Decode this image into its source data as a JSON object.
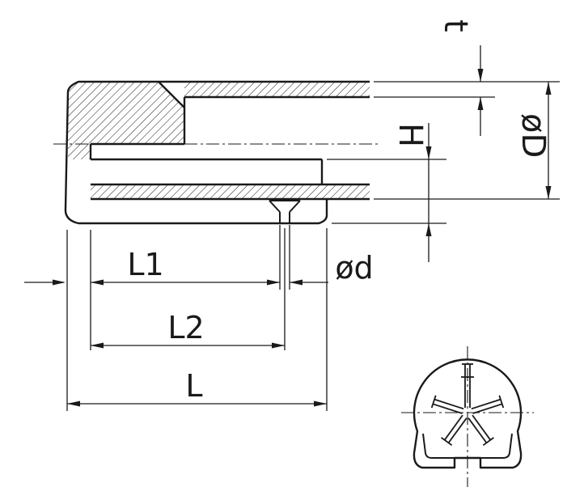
{
  "drawing": {
    "background": "#ffffff",
    "line_color": "#1a1a1a",
    "labels": {
      "t": "t",
      "D": "øD",
      "H": "H",
      "L1": "L1",
      "d": "ød",
      "L2": "L2",
      "L": "L"
    }
  }
}
